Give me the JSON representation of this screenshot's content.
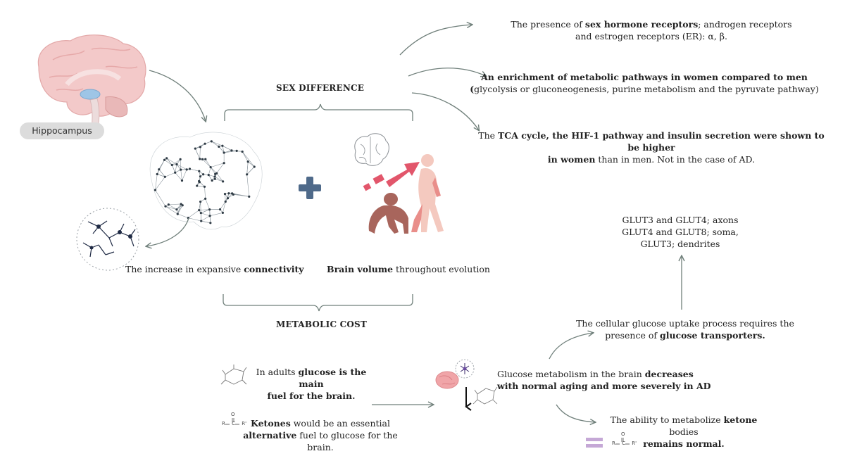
{
  "labels": {
    "hippocampus": "Hippocampus",
    "sex_difference": "SEX DIFFERENCE",
    "metabolic_cost": "METABOLIC COST"
  },
  "sex_hormone": {
    "pre": "The presence of ",
    "bold": "sex hormone receptors",
    "post": "; androgen receptors",
    "line2": "and estrogen receptors (ER): α, β."
  },
  "enrichment": {
    "bold": "An enrichment of metabolic pathways in women compared to men",
    "line2_bold": "(",
    "line2": "glycolysis or gluconeogenesis, purine metabolism and the pyruvate pathway)"
  },
  "tca": {
    "pre": "The ",
    "bold1": "TCA cycle, the HIF-1 pathway and insulin secretion were shown to be higher",
    "bold2": "in women",
    "post": " than in men. Not in the case of AD."
  },
  "connectivity": {
    "pre": "The increase in expansive ",
    "bold": "connectivity"
  },
  "brain_volume": {
    "bold": "Brain volume",
    "post": " throughout evolution"
  },
  "glut": {
    "line1": "GLUT3 and GLUT4; axons",
    "line2": "GLUT4 and GLUT8; soma,",
    "line3": "GLUT3; dendrites"
  },
  "uptake": {
    "line1": "The cellular glucose uptake process requires the",
    "pre2": "presence of ",
    "bold2": "glucose transporters."
  },
  "glucose_main": {
    "pre": "In adults ",
    "bold": "glucose is the main",
    "line2_bold": "fuel for the brain."
  },
  "ketones": {
    "bold": "Ketones",
    "post": " would be an essential",
    "line2_bold": "alternative",
    "line2_post": " fuel to glucose for the brain."
  },
  "aging": {
    "pre": "Glucose metabolism in the brain ",
    "bold": "decreases",
    "line2_bold": "with normal aging and more severely in AD"
  },
  "ketone_ability": {
    "pre": "The ability to metabolize ",
    "bold": "ketone",
    "post": " bodies",
    "line2_bold": "remains normal."
  },
  "ketone_formula": {
    "r_left": "R",
    "c": "C",
    "r_right": "R'",
    "o": "O"
  },
  "colors": {
    "arrow": "#6f7f7a",
    "plus": "#4f6a8a",
    "brain_pink": "#f1c6c6",
    "red_arrow": "#e2566b",
    "network": "#2f3b45",
    "equals": "#c5a8d6"
  }
}
